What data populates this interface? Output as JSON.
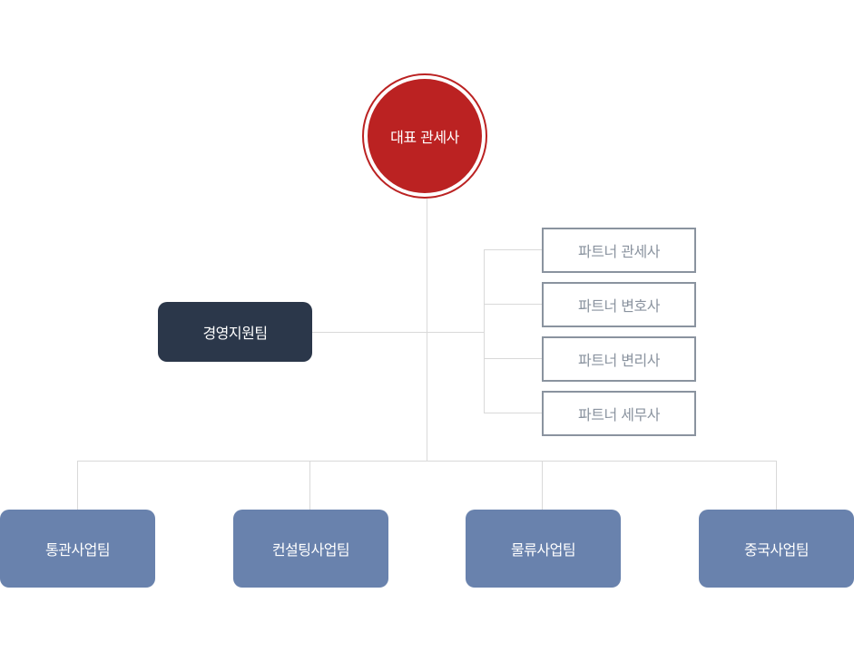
{
  "org_chart": {
    "ceo": {
      "label": "대표 관세사"
    },
    "support_team": {
      "label": "경영지원팀"
    },
    "partners": [
      {
        "label": "파트너 관세사"
      },
      {
        "label": "파트너 변호사"
      },
      {
        "label": "파트너 변리사"
      },
      {
        "label": "파트너 세무사"
      }
    ],
    "divisions": [
      {
        "label": "통관사업팀"
      },
      {
        "label": "컨설팅사업팀"
      },
      {
        "label": "물류사업팀"
      },
      {
        "label": "중국사업팀"
      }
    ]
  },
  "colors": {
    "ceo": "#bb2222",
    "support": "#2b374a",
    "partner_border": "#8a939f",
    "division": "#6982ad",
    "connector": "#d9d9d9"
  }
}
